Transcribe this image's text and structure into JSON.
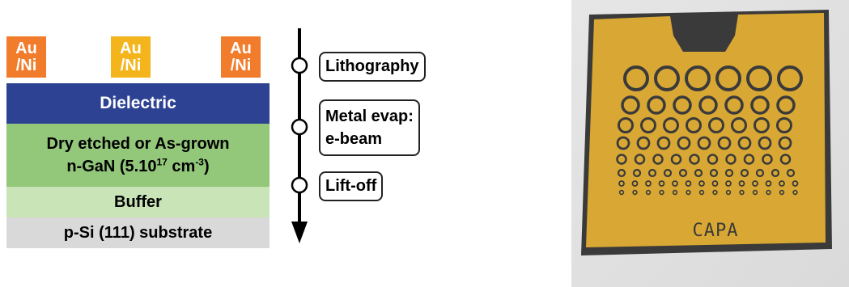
{
  "stack": {
    "contact_label_line1": "Au",
    "contact_label_line2": "/Ni",
    "contacts": [
      {
        "color": "#f07c2c"
      },
      {
        "color": "#f4b41c"
      },
      {
        "color": "#f07c2c"
      }
    ],
    "dielectric": {
      "label": "Dielectric",
      "color": "#2e4293"
    },
    "ngan": {
      "line1": "Dry etched or As-grown",
      "line2_prefix": "n-GaN (5.10",
      "exp1": "17",
      "line2_mid": " cm",
      "exp2": "-3",
      "line2_suffix": ")",
      "color": "#93c77a"
    },
    "buffer": {
      "label": "Buffer",
      "color": "#c9e4b7"
    },
    "substrate": {
      "label": "p-Si (111) substrate",
      "color": "#d9d9d9"
    }
  },
  "process": {
    "steps": [
      {
        "line1": "Lithography",
        "line2": ""
      },
      {
        "line1": "Metal evap:",
        "line2": "e-beam"
      },
      {
        "line1": "Lift-off",
        "line2": ""
      }
    ]
  },
  "photo": {
    "label": "CAPA",
    "gold_color": "#d9a834",
    "dark_color": "#3a3a3a"
  }
}
